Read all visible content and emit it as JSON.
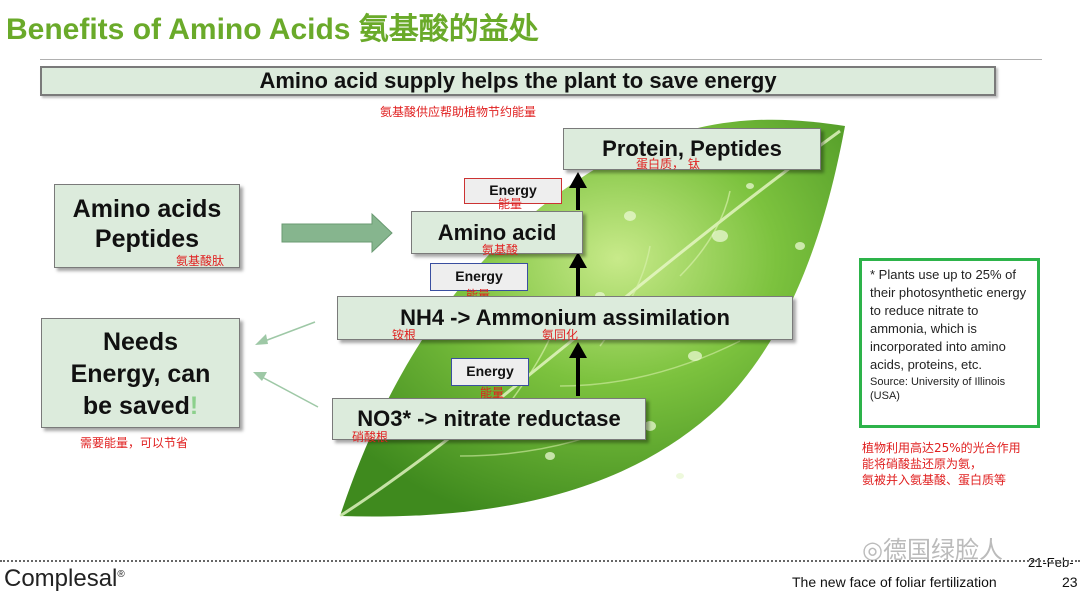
{
  "title": "Benefits of Amino Acids 氨基酸的益处",
  "banner": {
    "text": "Amino acid supply helps the plant to save energy",
    "cn": "氨基酸供应帮助植物节约能量"
  },
  "boxes": {
    "amino_peptides": {
      "line1": "Amino acids",
      "line2": "Peptides",
      "cn": "氨基酸肽"
    },
    "needs_energy": {
      "line1": "Needs",
      "line2": "Energy, can",
      "line3": "be saved",
      "mark": "!",
      "cn": "需要能量，可以节省"
    },
    "protein": {
      "text": "Protein, Peptides",
      "cn": "蛋白质， 钛"
    },
    "amino_acid": {
      "text": "Amino acid",
      "cn": "氨基酸"
    },
    "nh4": {
      "text": "NH4 -> Ammonium assimilation",
      "cn1": "铵根",
      "cn2": "氨同化"
    },
    "no3": {
      "text": "NO3* -> nitrate reductase",
      "cn": "硝酸根"
    }
  },
  "energy_labels": [
    {
      "text": "Energy",
      "cn": "能量"
    },
    {
      "text": "Energy",
      "cn": "能量"
    },
    {
      "text": "Energy",
      "cn": "能量"
    }
  ],
  "note": {
    "text": "* Plants use up to 25% of their photosynthetic energy to reduce nitrate to ammonia, which is incorporated into amino acids, proteins, etc.",
    "source": "Source: University of Illinois (USA)",
    "cn1": "植物利用高达25%的光合作用",
    "cn2": "能将硝酸盐还原为氨，",
    "cn3": "氨被并入氨基酸、蛋白质等"
  },
  "footer": {
    "logo": "Complesal",
    "logo_mark": "®",
    "text": "The new face of foliar fertilization",
    "page": "23",
    "date": "21-Feb-",
    "watermark": "德国绿脸人"
  },
  "colors": {
    "title": "#6aaa2a",
    "box_fill": "#dcebdc",
    "note_border": "#2db34a",
    "chinese": "#e02020",
    "leaf": "#5aa52a"
  }
}
